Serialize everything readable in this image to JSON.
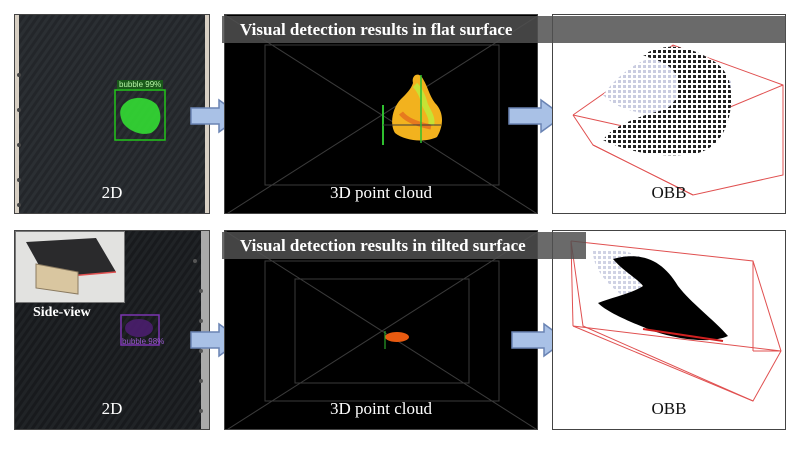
{
  "top_row": {
    "banner": "Visual detection results in flat surface",
    "detection_label": "bubble 99%",
    "captions": {
      "panel_2d": "2D",
      "panel_3d": "3D point cloud",
      "panel_obb": "OBB"
    }
  },
  "bottom_row": {
    "banner": "Visual detection results in tilted surface",
    "detection_label": "bubble 98%",
    "inset_label": "Side-view",
    "captions": {
      "panel_2d": "2D",
      "panel_3d": "3D point cloud",
      "panel_obb": "OBB"
    }
  },
  "colors": {
    "arrow_fill": "#a9c1e6",
    "arrow_stroke": "#6a84b4",
    "detection_green": "#22c51a",
    "detection_purple": "#7a34b0",
    "obb_box": "#e05050",
    "pointcloud_orange": "#e85a10"
  }
}
